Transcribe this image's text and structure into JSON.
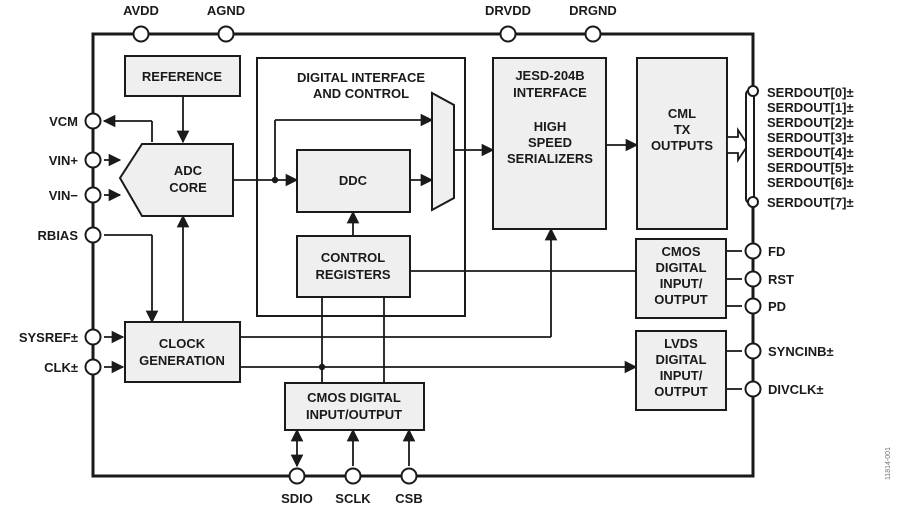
{
  "top_pins": [
    "AVDD",
    "AGND",
    "DRVDD",
    "DRGND"
  ],
  "left_pins": [
    "VCM",
    "VIN+",
    "VIN−",
    "RBIAS",
    "SYSREF±",
    "CLK±"
  ],
  "bottom_pins": [
    "SDIO",
    "SCLK",
    "CSB"
  ],
  "right_pins": {
    "serdout": [
      "SERDOUT[0]±",
      "SERDOUT[1]±",
      "SERDOUT[2]±",
      "SERDOUT[3]±",
      "SERDOUT[4]±",
      "SERDOUT[5]±",
      "SERDOUT[6]±",
      "SERDOUT[7]±"
    ],
    "cmos": [
      "FD",
      "RST",
      "PD"
    ],
    "lvds": [
      "SYNCINB±",
      "DIVCLK±"
    ]
  },
  "blocks": {
    "reference": [
      "REFERENCE"
    ],
    "adc_core": [
      "ADC",
      "CORE"
    ],
    "digital_interface": [
      "DIGITAL INTERFACE",
      "AND CONTROL"
    ],
    "ddc": [
      "DDC"
    ],
    "control_registers": [
      "CONTROL",
      "REGISTERS"
    ],
    "jesd": [
      "JESD-204B",
      "INTERFACE",
      "",
      "HIGH",
      "SPEED",
      "SERIALIZERS"
    ],
    "cml": [
      "CML",
      "TX",
      "OUTPUTS"
    ],
    "cmos_io_right": [
      "CMOS",
      "DIGITAL",
      "INPUT/",
      "OUTPUT"
    ],
    "lvds_io": [
      "LVDS",
      "DIGITAL",
      "INPUT/",
      "OUTPUT"
    ],
    "clock_gen": [
      "CLOCK",
      "GENERATION"
    ],
    "cmos_io_bottom": [
      "CMOS DIGITAL",
      "INPUT/OUTPUT"
    ]
  },
  "figure_id": "11814-001"
}
